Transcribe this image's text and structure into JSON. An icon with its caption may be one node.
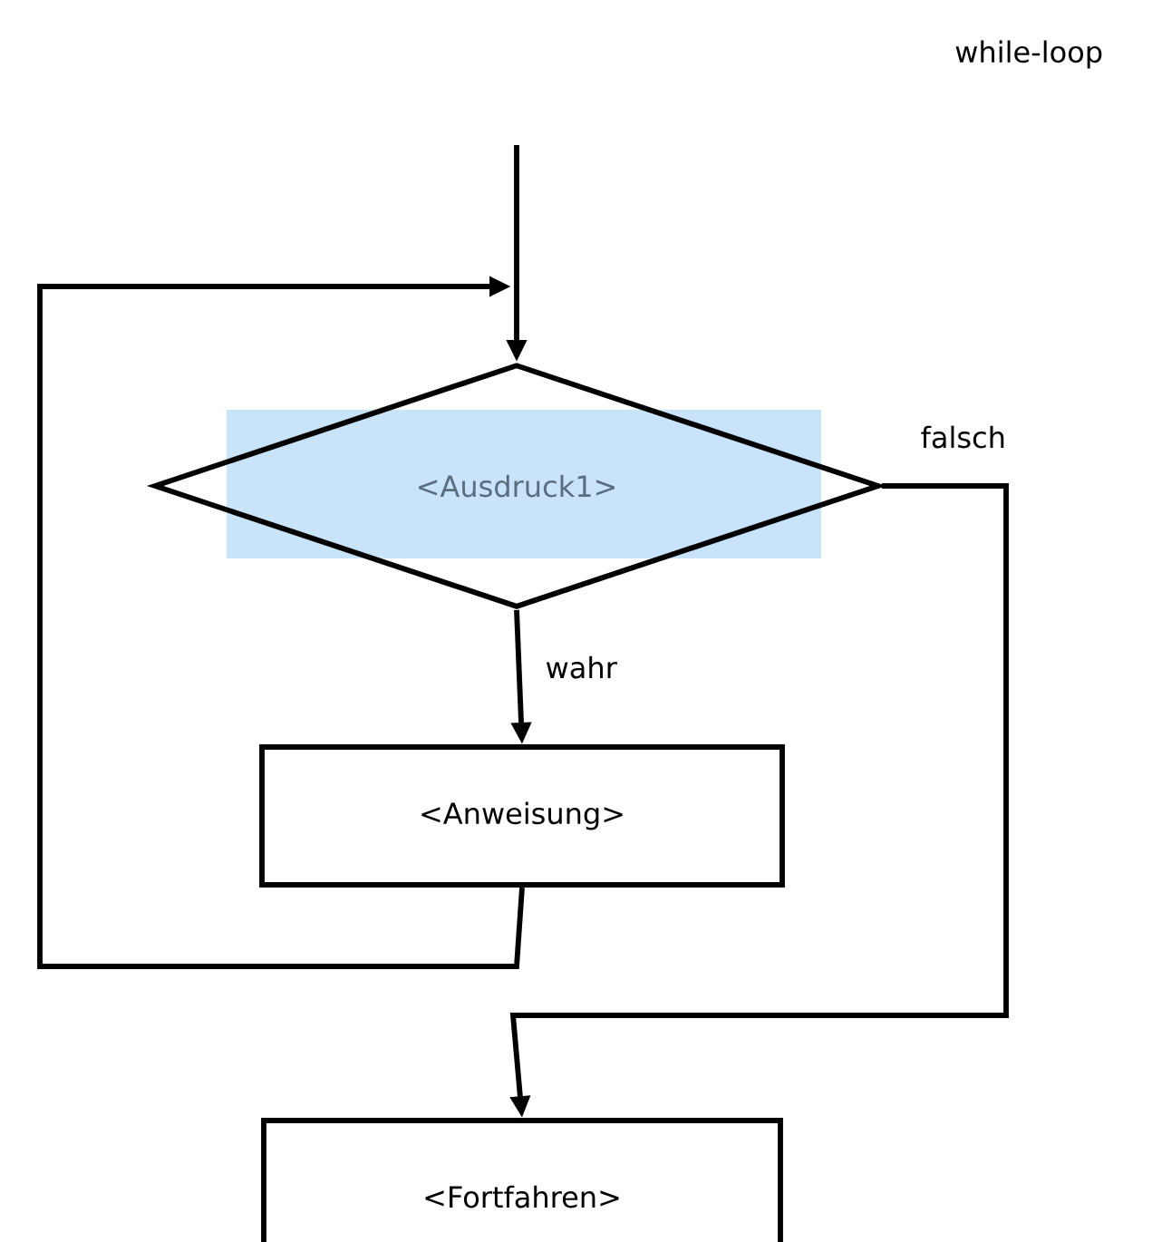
{
  "diagram": {
    "title": "while-loop",
    "nodes": [
      {
        "text": [
          "<Ausdruck1>"
        ]
      },
      {
        "text": [
          "<Anweisung>"
        ]
      },
      {
        "text": [
          "<Fortfahren>"
        ]
      }
    ],
    "edges": [
      {
        "from": null,
        "to": 0,
        "arrow": "to"
      },
      {
        "from": 0,
        "to": 1,
        "arrow": "to",
        "label": "wahr"
      },
      {
        "from": 1,
        "to": 0,
        "arrow": "to"
      },
      {
        "from": 0,
        "to": 2,
        "arrow": "to",
        "label": "falsch"
      }
    ]
  }
}
